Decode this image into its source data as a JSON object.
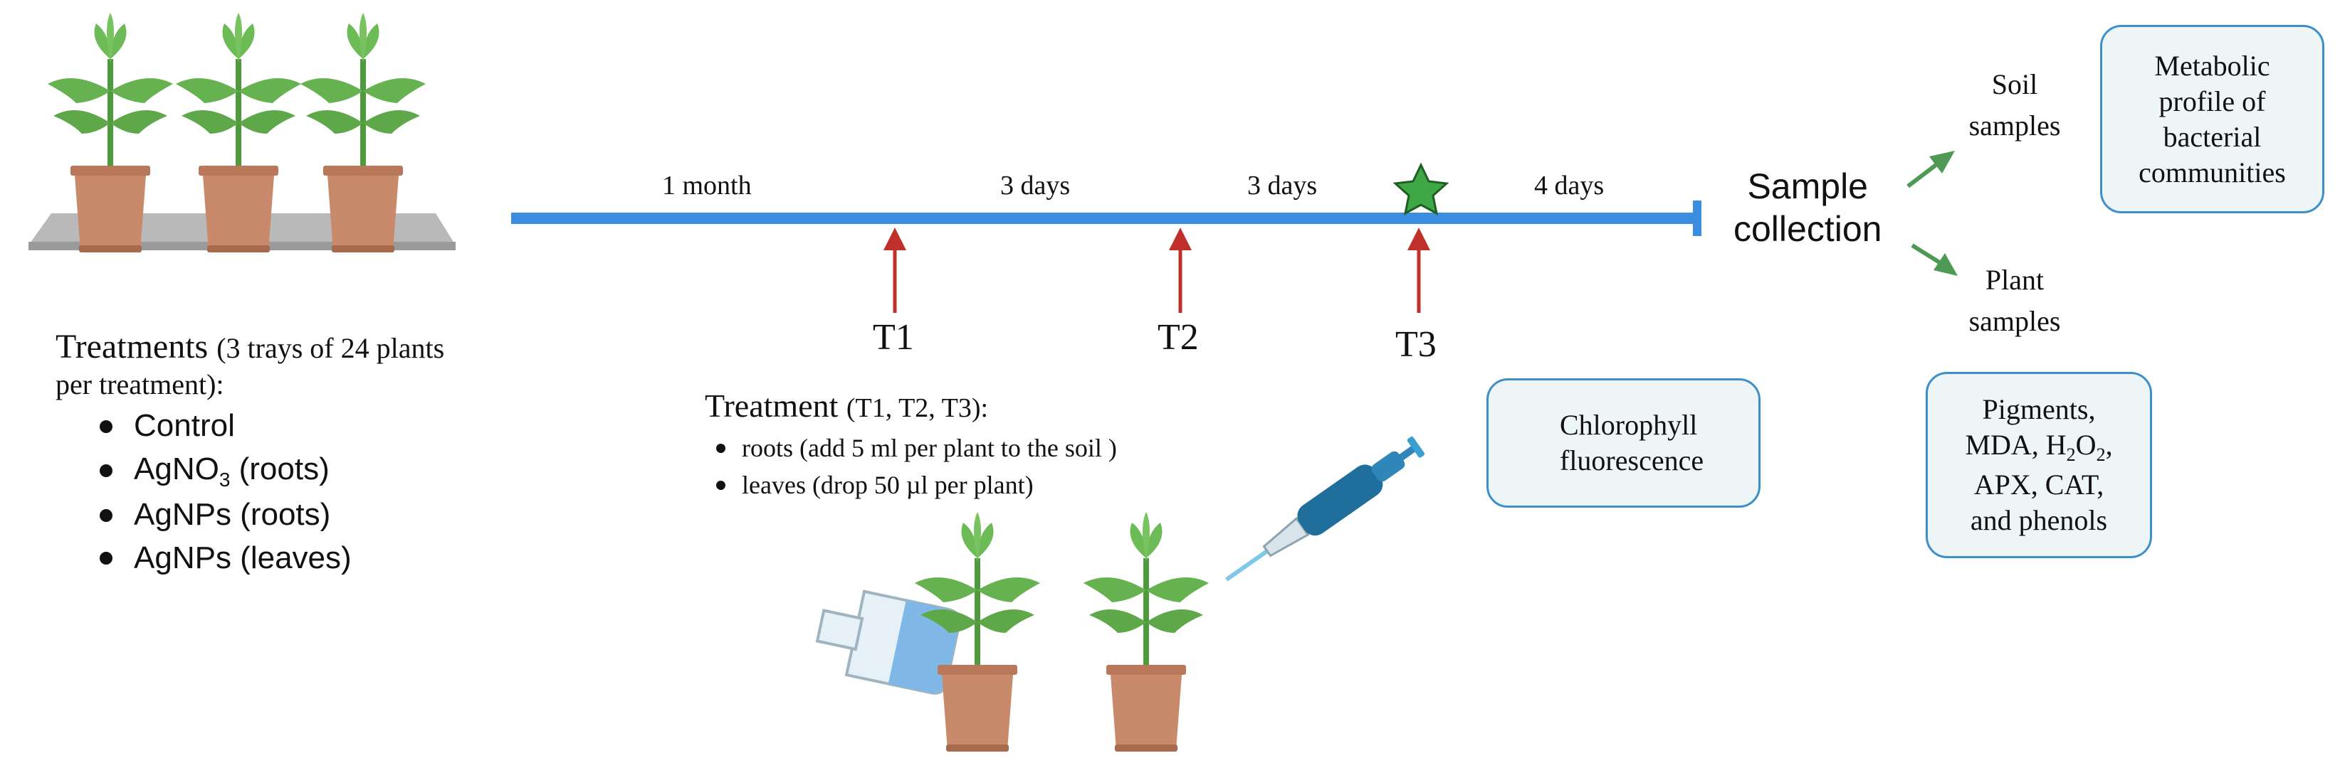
{
  "timeline": {
    "segments": [
      "1 month",
      "3 days",
      "3 days",
      "4 days"
    ],
    "markers": [
      "T1",
      "T2",
      "T3"
    ]
  },
  "collection": {
    "label_line1": "Sample",
    "label_line2": "collection",
    "soil_line1": "Soil",
    "soil_line2": "samples",
    "plant_line1": "Plant",
    "plant_line2": "samples"
  },
  "boxes": {
    "metabolic": [
      "Metabolic",
      "profile of",
      "bacterial",
      "communities"
    ],
    "chlorophyll": [
      "Chlorophyll",
      "fluorescence"
    ],
    "analyses_line1": "Pigments,",
    "analyses_line2_pre": "MDA, H",
    "analyses_line2_sub1": "2",
    "analyses_line2_mid": "O",
    "analyses_line2_sub2": "2",
    "analyses_line2_post": ",",
    "analyses_line3": "APX, CAT,",
    "analyses_line4": "and phenols"
  },
  "treatments": {
    "title": "Treatments",
    "detail_line1": "(3 trays of 24 plants",
    "detail_line2": "per treatment):",
    "items": [
      "Control",
      "AgNPs (roots)",
      "AgNPs (leaves)"
    ],
    "agno3_pre": "AgNO",
    "agno3_sub": "3",
    "agno3_post": " (roots)"
  },
  "application": {
    "title": "Treatment",
    "detail": "(T1, T2, T3):",
    "items": [
      "roots (add 5 ml per plant to the soil )",
      "leaves (drop 50 µl per plant)"
    ]
  },
  "colors": {
    "timeline": "#3b8de0",
    "arrow_red": "#c0302b",
    "arrow_green": "#4e9a55",
    "star": "#3ea845",
    "box_border": "#3d8fc9",
    "box_fill": "#eef5f6",
    "pot": "#c98a6b",
    "leaf": "#5fa84a",
    "pipette": "#1f6e9c"
  }
}
